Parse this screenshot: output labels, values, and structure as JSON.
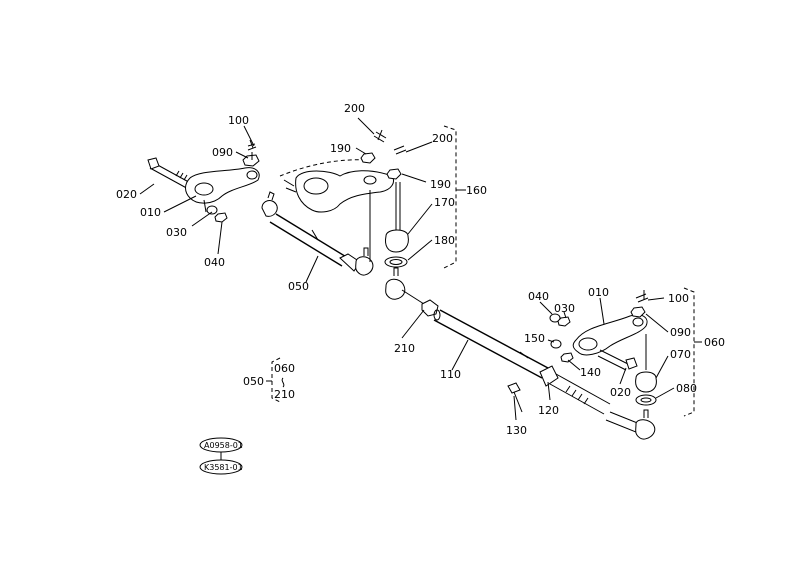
{
  "callouts": {
    "c200_top": "200",
    "c190_left": "190",
    "c200_right": "200",
    "c190_right": "190",
    "c160": "160",
    "c170": "170",
    "c180": "180",
    "c100_left": "100",
    "c090_left": "090",
    "c020_left": "020",
    "c010_left": "010",
    "c030_left": "030",
    "c040_left": "040",
    "c050": "050",
    "c210": "210",
    "c110": "110",
    "c040_right": "040",
    "c030_right": "030",
    "c010_right": "010",
    "c100_right": "100",
    "c090_right": "090",
    "c060": "060",
    "c150": "150",
    "c140": "140",
    "c020_right": "020",
    "c070": "070",
    "c080": "080",
    "c120": "120",
    "c130": "130"
  },
  "legend": {
    "c050": "050",
    "c060": "060",
    "c210": "210"
  },
  "references": {
    "ref1": "A0958-01",
    "ref2": "K3581-01"
  }
}
